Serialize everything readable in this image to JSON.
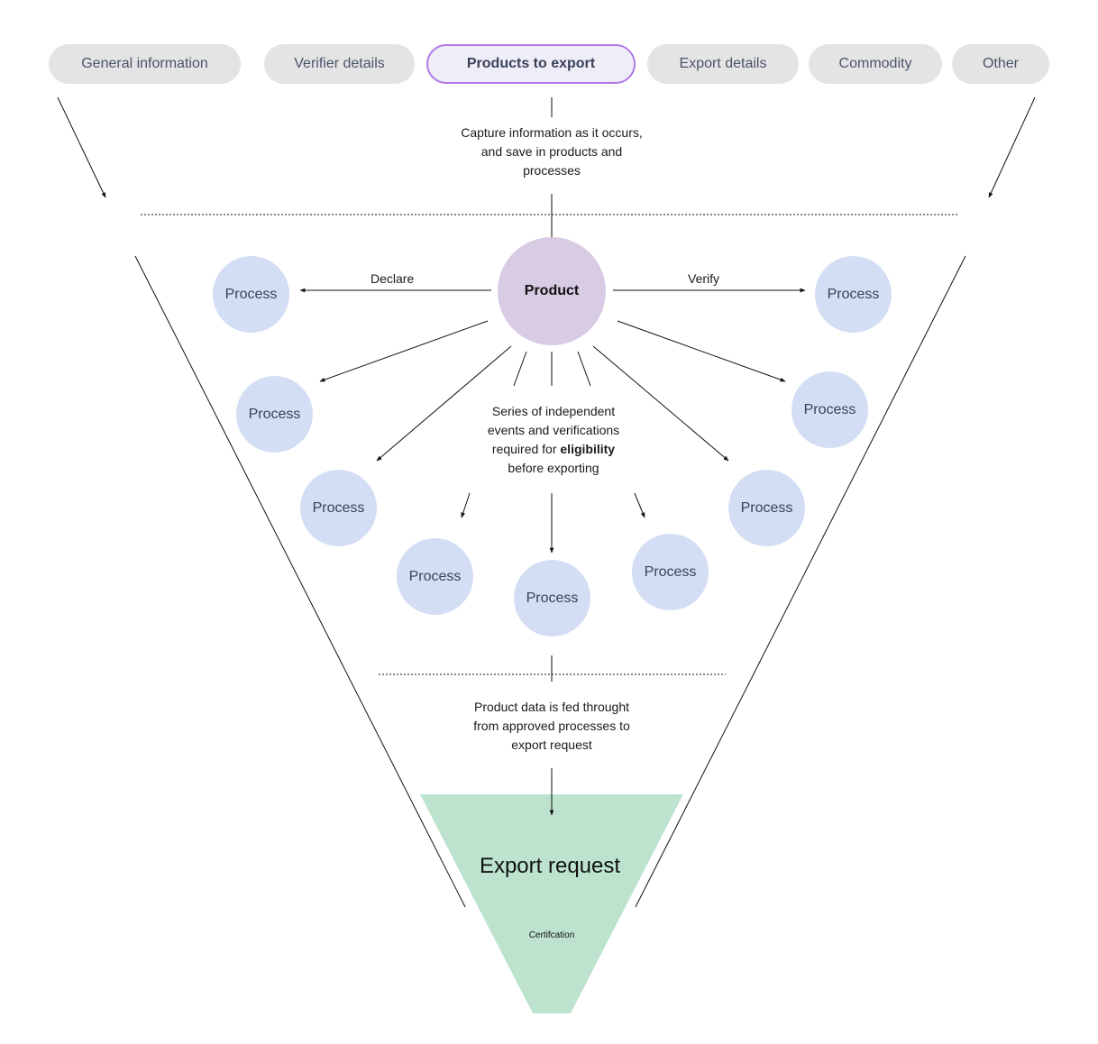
{
  "tabs": [
    {
      "label": "General information"
    },
    {
      "label": "Verifier details"
    },
    {
      "label": "Products to export"
    },
    {
      "label": "Export details"
    },
    {
      "label": "Commodity"
    },
    {
      "label": "Other"
    }
  ],
  "notes": {
    "capture": "Capture information as it occurs, and save in products and processes",
    "series_pre": "Series of independent events and verifications required for ",
    "series_bold": "eligibility",
    "series_post": " before exporting",
    "fed": "Product data is fed throught from approved processes to export request"
  },
  "product": {
    "label": "Product"
  },
  "edges": {
    "declare": "Declare",
    "verify": "Verify"
  },
  "process_label": "Process",
  "export": {
    "title": "Export request",
    "subtitle": "Certifcation"
  },
  "colors": {
    "tab_bg": "#e4e4e4",
    "tab_active_border": "#b07ae6",
    "process_circle": "#d3def4",
    "product_circle": "#d8cbe4",
    "export_funnel": "#bde3cf"
  }
}
